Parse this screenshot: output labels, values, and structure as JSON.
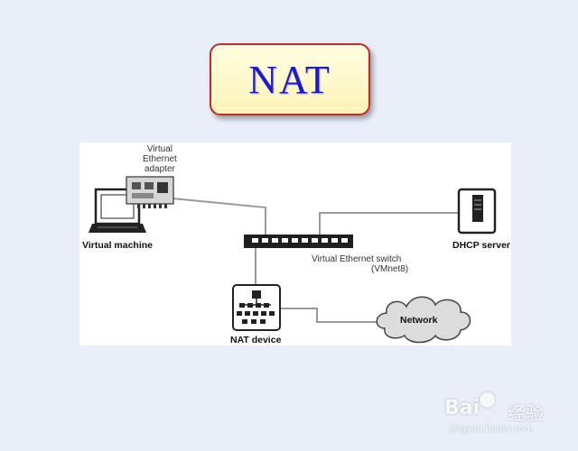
{
  "title": "NAT",
  "diagram": {
    "adapter_label": [
      "Virtual",
      "Ethernet",
      "adapter"
    ],
    "vm_label": "Virtual machine",
    "dhcp_label": "DHCP server",
    "switch_label_1": "Virtual Ethernet switch",
    "switch_label_2": "(VMnet8)",
    "nat_label": "NAT device",
    "network_label": "Network"
  },
  "watermark": {
    "logo": "Bai",
    "logo2": "经验",
    "url": "jingyan.baidu.com"
  }
}
